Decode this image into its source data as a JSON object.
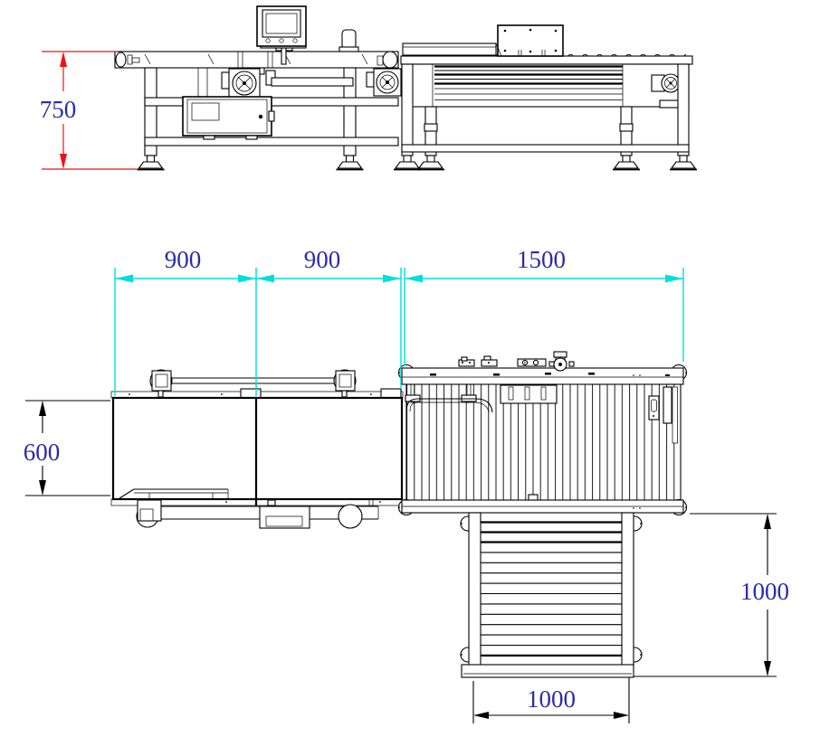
{
  "dimensions": {
    "machine_height": "750",
    "infeed_section_length": "900",
    "weigh_section_length": "900",
    "roller_conveyor_length": "1500",
    "conveyor_width": "600",
    "cross_conveyor_length": "1000",
    "cross_conveyor_width": "1000"
  },
  "colors": {
    "drawing_line": "#000000",
    "dimension_text": "#2b2bab",
    "dimension_line_cyan": "#00dede",
    "dimension_line_red": "#ee1111",
    "dimension_line_black": "#000000",
    "background": "#ffffff"
  }
}
